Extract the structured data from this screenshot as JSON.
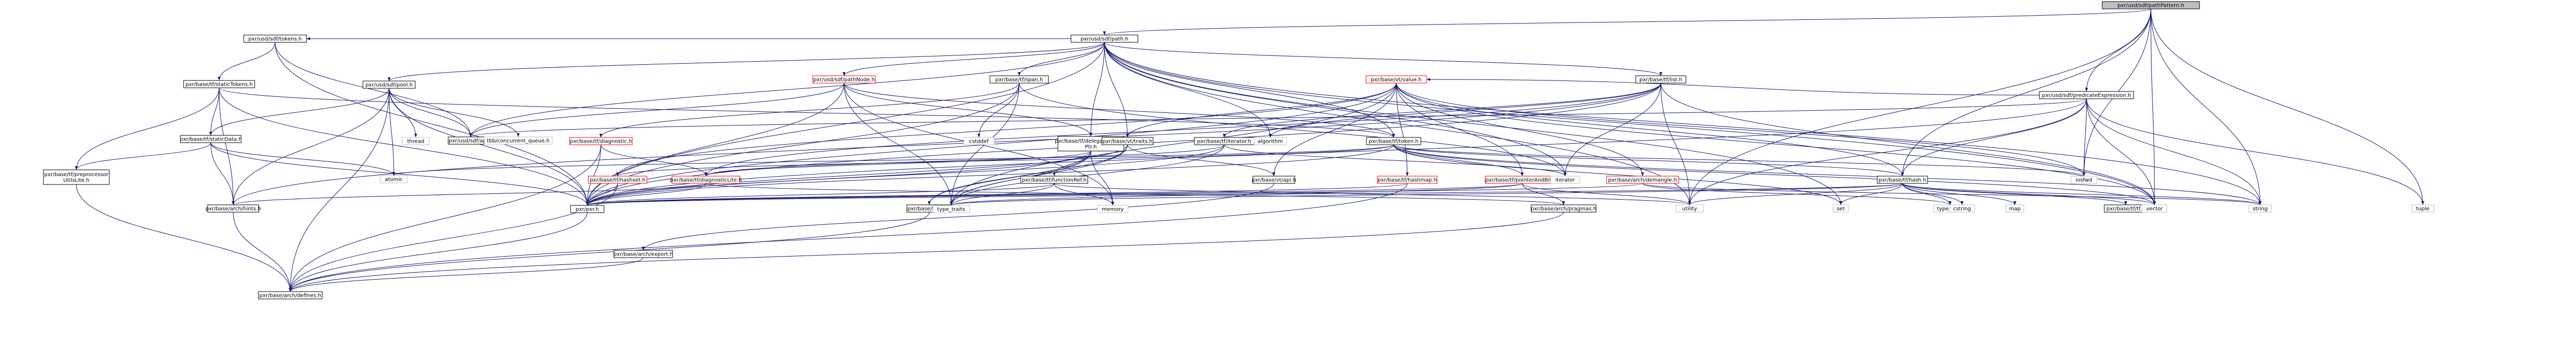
{
  "graph": {
    "root": "pxr/usd/sdf/pathPattern.h",
    "nodes": [
      {
        "id": "pathPattern",
        "label": [
          "pxr/usd/sdf/pathPattern.h"
        ],
        "style": "root"
      },
      {
        "id": "path",
        "label": [
          "pxr/usd/sdf/path.h"
        ],
        "style": "normal"
      },
      {
        "id": "predicateExpression",
        "label": [
          "pxr/usd/sdf/predicateExpression.h"
        ],
        "style": "normal"
      },
      {
        "id": "sdfTokens",
        "label": [
          "pxr/usd/sdf/tokens.h"
        ],
        "style": "normal"
      },
      {
        "id": "sdfPool",
        "label": [
          "pxr/usd/sdf/pool.h"
        ],
        "style": "normal"
      },
      {
        "id": "pathNode",
        "label": [
          "pxr/usd/sdf/pathNode.h"
        ],
        "style": "red"
      },
      {
        "id": "span",
        "label": [
          "pxr/base/tf/span.h"
        ],
        "style": "normal"
      },
      {
        "id": "vtValue",
        "label": [
          "pxr/base/vt/value.h"
        ],
        "style": "red"
      },
      {
        "id": "tfList",
        "label": [
          "pxr/base/tf/list.h"
        ],
        "style": "normal"
      },
      {
        "id": "staticTokens",
        "label": [
          "pxr/base/tf/staticTokens.h"
        ],
        "style": "normal"
      },
      {
        "id": "staticData",
        "label": [
          "pxr/base/tf/staticData.h"
        ],
        "style": "normal"
      },
      {
        "id": "sdfApi",
        "label": [
          "pxr/usd/sdf/api.h"
        ],
        "style": "normal"
      },
      {
        "id": "diagnostic",
        "label": [
          "pxr/base/tf/diagnostic.h"
        ],
        "style": "red"
      },
      {
        "id": "delegatedCountPtr",
        "label": [
          "pxr/base/tf/delegatedCount",
          "Ptr.h"
        ],
        "style": "normal"
      },
      {
        "id": "vtTraits",
        "label": [
          "pxr/base/vt/traits.h"
        ],
        "style": "normal"
      },
      {
        "id": "tfIterator",
        "label": [
          "pxr/base/tf/iterator.h"
        ],
        "style": "normal"
      },
      {
        "id": "tfToken",
        "label": [
          "pxr/base/tf/token.h"
        ],
        "style": "normal"
      },
      {
        "id": "preprocessorUtilsLite",
        "label": [
          "pxr/base/tf/preprocessor",
          "UtilsLite.h"
        ],
        "style": "normal"
      },
      {
        "id": "hashset",
        "label": [
          "pxr/base/tf/hashset.h"
        ],
        "style": "red"
      },
      {
        "id": "diagnosticLite",
        "label": [
          "pxr/base/tf/diagnosticLite.h"
        ],
        "style": "red"
      },
      {
        "id": "functionRef",
        "label": [
          "pxr/base/tf/functionRef.h"
        ],
        "style": "normal"
      },
      {
        "id": "vtApi",
        "label": [
          "pxr/base/vt/api.h"
        ],
        "style": "normal"
      },
      {
        "id": "hashmap",
        "label": [
          "pxr/base/tf/hashmap.h"
        ],
        "style": "red"
      },
      {
        "id": "pointerAndBits",
        "label": [
          "pxr/base/tf/pointerAndBits.h"
        ],
        "style": "red"
      },
      {
        "id": "demangle",
        "label": [
          "pxr/base/arch/demangle.h"
        ],
        "style": "red"
      },
      {
        "id": "tfHash",
        "label": [
          "pxr/base/tf/hash.h"
        ],
        "style": "normal"
      },
      {
        "id": "hints",
        "label": [
          "pxr/base/arch/hints.h"
        ],
        "style": "normal"
      },
      {
        "id": "pxrH",
        "label": [
          "pxr/pxr.h"
        ],
        "style": "normal"
      },
      {
        "id": "tfTf",
        "label": [
          "pxr/base/tf/tf.h"
        ],
        "style": "normal"
      },
      {
        "id": "tfTag",
        "label": [
          "pxr/base/tf/tag.h"
        ],
        "style": "normal"
      },
      {
        "id": "pragmas",
        "label": [
          "pxr/base/arch/pragmas.h"
        ],
        "style": "normal"
      },
      {
        "id": "archExport",
        "label": [
          "pxr/base/arch/export.h"
        ],
        "style": "normal"
      },
      {
        "id": "archDefines",
        "label": [
          "pxr/base/arch/defines.h"
        ],
        "style": "normal"
      },
      {
        "id": "thread",
        "label": [
          "thread"
        ],
        "style": "std"
      },
      {
        "id": "tbbQueue",
        "label": [
          "tbb/concurrent_queue.h"
        ],
        "style": "std"
      },
      {
        "id": "cstddef",
        "label": [
          "cstddef"
        ],
        "style": "std"
      },
      {
        "id": "atomic",
        "label": [
          "atomic"
        ],
        "style": "std"
      },
      {
        "id": "memory",
        "label": [
          "memory"
        ],
        "style": "std"
      },
      {
        "id": "typeTraits",
        "label": [
          "type_traits"
        ],
        "style": "std"
      },
      {
        "id": "algorithm",
        "label": [
          "algorithm"
        ],
        "style": "std"
      },
      {
        "id": "iterator",
        "label": [
          "iterator"
        ],
        "style": "std"
      },
      {
        "id": "iosfwd",
        "label": [
          "iosfwd"
        ],
        "style": "std"
      },
      {
        "id": "utility",
        "label": [
          "utility"
        ],
        "style": "std"
      },
      {
        "id": "set",
        "label": [
          "set"
        ],
        "style": "std"
      },
      {
        "id": "typeindex",
        "label": [
          "typeindex"
        ],
        "style": "std"
      },
      {
        "id": "cstring",
        "label": [
          "cstring"
        ],
        "style": "std"
      },
      {
        "id": "map",
        "label": [
          "map"
        ],
        "style": "std"
      },
      {
        "id": "vector",
        "label": [
          "vector"
        ],
        "style": "std"
      },
      {
        "id": "string",
        "label": [
          "string"
        ],
        "style": "std"
      },
      {
        "id": "tuple",
        "label": [
          "tuple"
        ],
        "style": "std"
      }
    ],
    "edges": [
      [
        "pathPattern",
        "path"
      ],
      [
        "pathPattern",
        "predicateExpression"
      ],
      [
        "pathPattern",
        "tfHash"
      ],
      [
        "pathPattern",
        "iosfwd"
      ],
      [
        "pathPattern",
        "string"
      ],
      [
        "pathPattern",
        "tuple"
      ],
      [
        "pathPattern",
        "utility"
      ],
      [
        "pathPattern",
        "vector"
      ],
      [
        "path",
        "sdfApi"
      ],
      [
        "path",
        "sdfPool"
      ],
      [
        "path",
        "sdfTokens"
      ],
      [
        "path",
        "pathNode"
      ],
      [
        "path",
        "span"
      ],
      [
        "path",
        "tfList"
      ],
      [
        "path",
        "tfToken"
      ],
      [
        "path",
        "vtTraits"
      ],
      [
        "path",
        "delegatedCountPtr"
      ],
      [
        "path",
        "pxrH"
      ],
      [
        "path",
        "algorithm"
      ],
      [
        "path",
        "iterator"
      ],
      [
        "path",
        "set"
      ],
      [
        "path",
        "string"
      ],
      [
        "path",
        "type_traits_alias"
      ],
      [
        "path",
        "utility"
      ],
      [
        "path",
        "vector"
      ],
      [
        "predicateExpression",
        "sdfApi"
      ],
      [
        "predicateExpression",
        "tfHash"
      ],
      [
        "predicateExpression",
        "vtValue"
      ],
      [
        "predicateExpression",
        "pxrH"
      ],
      [
        "predicateExpression",
        "iosfwd"
      ],
      [
        "predicateExpression",
        "string"
      ],
      [
        "predicateExpression",
        "tuple"
      ],
      [
        "predicateExpression",
        "utility"
      ],
      [
        "predicateExpression",
        "vector"
      ],
      [
        "sdfTokens",
        "sdfApi"
      ],
      [
        "sdfTokens",
        "staticTokens"
      ],
      [
        "sdfTokens",
        "pxrH"
      ],
      [
        "sdfPool",
        "sdfApi"
      ],
      [
        "sdfPool",
        "pxrH"
      ],
      [
        "sdfPool",
        "staticData"
      ],
      [
        "sdfPool",
        "hints"
      ],
      [
        "sdfPool",
        "atomic"
      ],
      [
        "sdfPool",
        "thread"
      ],
      [
        "sdfPool",
        "tbbQueue"
      ],
      [
        "sdfPool",
        "archDefines"
      ],
      [
        "staticTokens",
        "preprocessorUtilsLite"
      ],
      [
        "staticTokens",
        "staticData"
      ],
      [
        "staticTokens",
        "tfToken"
      ],
      [
        "staticTokens",
        "hints"
      ],
      [
        "staticTokens",
        "pxrH"
      ],
      [
        "staticData",
        "preprocessorUtilsLite"
      ],
      [
        "staticData",
        "hints"
      ],
      [
        "staticData",
        "pxrH"
      ],
      [
        "staticData",
        "atomic"
      ],
      [
        "preprocessorUtilsLite",
        "archDefines"
      ],
      [
        "pathNode",
        "sdfApi"
      ],
      [
        "pathNode",
        "delegatedCountPtr"
      ],
      [
        "pathNode",
        "tfToken"
      ],
      [
        "pathNode",
        "pxrH"
      ],
      [
        "pathNode",
        "memory"
      ],
      [
        "pathNode",
        "typeTraits"
      ],
      [
        "span",
        "diagnostic"
      ],
      [
        "span",
        "cstddef"
      ],
      [
        "span",
        "iterator"
      ],
      [
        "span",
        "typeTraits"
      ],
      [
        "span",
        "pxrH"
      ],
      [
        "vtValue",
        "pxrH"
      ],
      [
        "vtValue",
        "vtApi"
      ],
      [
        "vtValue",
        "hashset"
      ],
      [
        "vtValue",
        "hashmap"
      ],
      [
        "vtValue",
        "pointerAndBits"
      ],
      [
        "vtValue",
        "demangle"
      ],
      [
        "vtValue",
        "tfHash"
      ],
      [
        "vtValue",
        "typeTraits"
      ],
      [
        "vtValue",
        "iosfwd"
      ],
      [
        "vtValue",
        "vector"
      ],
      [
        "vtValue",
        "vtTraits"
      ],
      [
        "tfList",
        "pxrH"
      ],
      [
        "tfList",
        "diagnosticLite"
      ],
      [
        "tfList",
        "tfIterator"
      ],
      [
        "tfList",
        "hints"
      ],
      [
        "tfList",
        "iterator"
      ],
      [
        "tfList",
        "algorithm"
      ],
      [
        "tfList",
        "utility"
      ],
      [
        "tfList",
        "vector"
      ],
      [
        "diagnostic",
        "diagnosticLite"
      ],
      [
        "diagnostic",
        "pxrH"
      ],
      [
        "diagnostic",
        "archDefines"
      ],
      [
        "delegatedCountPtr",
        "diagnosticLite"
      ],
      [
        "delegatedCountPtr",
        "functionRef"
      ],
      [
        "delegatedCountPtr",
        "tfTag"
      ],
      [
        "delegatedCountPtr",
        "pxrH"
      ],
      [
        "delegatedCountPtr",
        "memory"
      ],
      [
        "delegatedCountPtr",
        "typeTraits"
      ],
      [
        "vtTraits",
        "vtApi"
      ],
      [
        "vtTraits",
        "tfTag"
      ],
      [
        "vtTraits",
        "pxrH"
      ],
      [
        "vtTraits",
        "typeTraits"
      ],
      [
        "tfIterator",
        "diagnosticLite"
      ],
      [
        "tfIterator",
        "pxrH"
      ],
      [
        "tfIterator",
        "iterator"
      ],
      [
        "tfIterator",
        "typeTraits"
      ],
      [
        "tfToken",
        "pointerAndBits"
      ],
      [
        "tfToken",
        "tfHash"
      ],
      [
        "tfToken",
        "hashset"
      ],
      [
        "tfToken",
        "pxrH"
      ],
      [
        "tfToken",
        "iosfwd"
      ],
      [
        "tfToken",
        "vector"
      ],
      [
        "tfToken",
        "string"
      ],
      [
        "tfToken",
        "atomic"
      ],
      [
        "tfToken",
        "set"
      ],
      [
        "hashset",
        "pxrH"
      ],
      [
        "hashset",
        "archDefines"
      ],
      [
        "diagnosticLite",
        "pxrH"
      ],
      [
        "diagnosticLite",
        "hints"
      ],
      [
        "diagnosticLite",
        "pragmas"
      ],
      [
        "functionRef",
        "pxrH"
      ],
      [
        "functionRef",
        "memory"
      ],
      [
        "functionRef",
        "typeTraits"
      ],
      [
        "functionRef",
        "utility"
      ],
      [
        "vtApi",
        "archExport"
      ],
      [
        "hashmap",
        "pxrH"
      ],
      [
        "hashmap",
        "archDefines"
      ],
      [
        "pointerAndBits",
        "pxrH"
      ],
      [
        "pointerAndBits",
        "pragmas"
      ],
      [
        "pointerAndBits",
        "typeTraits"
      ],
      [
        "pointerAndBits",
        "utility"
      ],
      [
        "demangle",
        "pxrH"
      ],
      [
        "demangle",
        "string"
      ],
      [
        "demangle",
        "typeindex"
      ],
      [
        "tfHash",
        "pxrH"
      ],
      [
        "tfHash",
        "tfTf"
      ],
      [
        "tfHash",
        "cstring"
      ],
      [
        "tfHash",
        "map"
      ],
      [
        "tfHash",
        "set"
      ],
      [
        "tfHash",
        "string"
      ],
      [
        "tfHash",
        "typeindex"
      ],
      [
        "tfHash",
        "typeTraits"
      ],
      [
        "tfHash",
        "utility"
      ],
      [
        "tfHash",
        "vector"
      ],
      [
        "hints",
        "archDefines"
      ],
      [
        "pxrH",
        "archDefines"
      ],
      [
        "tfTag",
        "archDefines"
      ],
      [
        "archExport",
        "archDefines"
      ],
      [
        "pragmas",
        "archDefines"
      ]
    ]
  }
}
